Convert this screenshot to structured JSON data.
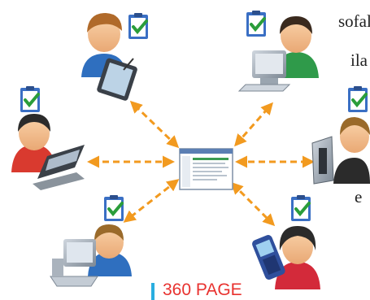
{
  "side_text": {
    "line1": "sofali",
    "line2": "ila",
    "line3": "e"
  },
  "center_node": {
    "icon": "document-window-icon"
  },
  "nodes": [
    {
      "id": "top-left",
      "icon": "user-with-tablet-icon"
    },
    {
      "id": "top-right",
      "icon": "user-at-desktop-computer-icon"
    },
    {
      "id": "left",
      "icon": "user-with-laptop-icon"
    },
    {
      "id": "right",
      "icon": "user-at-monitor-icon"
    },
    {
      "id": "bottom-left",
      "icon": "user-at-workstation-icon"
    },
    {
      "id": "bottom-right",
      "icon": "user-with-mobile-phone-icon"
    }
  ],
  "check_icon": "clipboard-check-icon",
  "colors": {
    "arrow": "#f29a1f",
    "check": "#2a9d3a",
    "clipboard": "#3a6fc4",
    "footer_text": "#e8322f",
    "footer_bar": "#29aee0"
  },
  "footer": {
    "label": "360 PAGE"
  }
}
